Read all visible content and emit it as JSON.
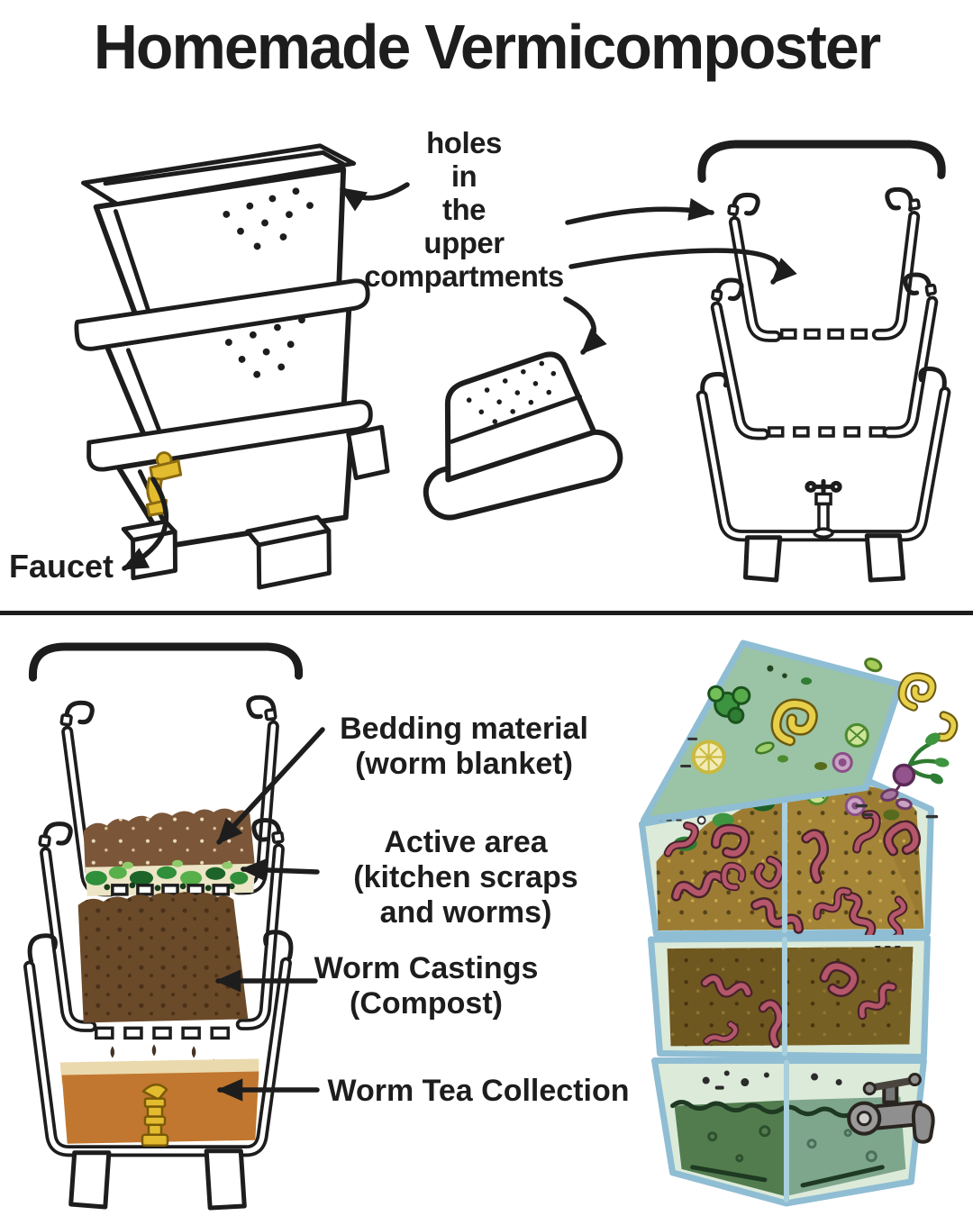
{
  "title": "Homemade Vermicomposter",
  "top_section": {
    "holes_note": {
      "lines": [
        "holes",
        "in",
        "the",
        "upper",
        "compartments"
      ]
    },
    "faucet_label": "Faucet"
  },
  "bottom_section": {
    "bedding_label": {
      "lines": [
        "Bedding material",
        "(worm blanket)"
      ]
    },
    "active_label": {
      "lines": [
        "Active area",
        "(kitchen scraps",
        "and worms)"
      ]
    },
    "castings_label": {
      "lines": [
        "Worm Castings",
        "(Compost)"
      ]
    },
    "tea_label": {
      "lines": [
        "Worm Tea Collection"
      ]
    }
  },
  "colors": {
    "ink": "#1d1d1d",
    "background": "#ffffff",
    "faucet_gold": "#e3bb2f",
    "bedding_brown": "#7b5638",
    "scraps_base_cream": "#ece5c6",
    "scraps_green": "#2f8f3a",
    "castings_brown": "#6b4a2a",
    "worm_tea_orange": "#c1772f",
    "panel_border_blue": "#8fbdd3",
    "panel_bg_mint": "#dcead9",
    "panel_bg_teal": "#9bc3a5",
    "compost_tan": "#9c7c33",
    "compost_dark": "#6f5720",
    "worm_red": "#b5566b",
    "tea_liquid_dark": "#527c4e",
    "tea_liquid_light": "#7ea68c",
    "metal_gray": "#8f8f8f"
  }
}
